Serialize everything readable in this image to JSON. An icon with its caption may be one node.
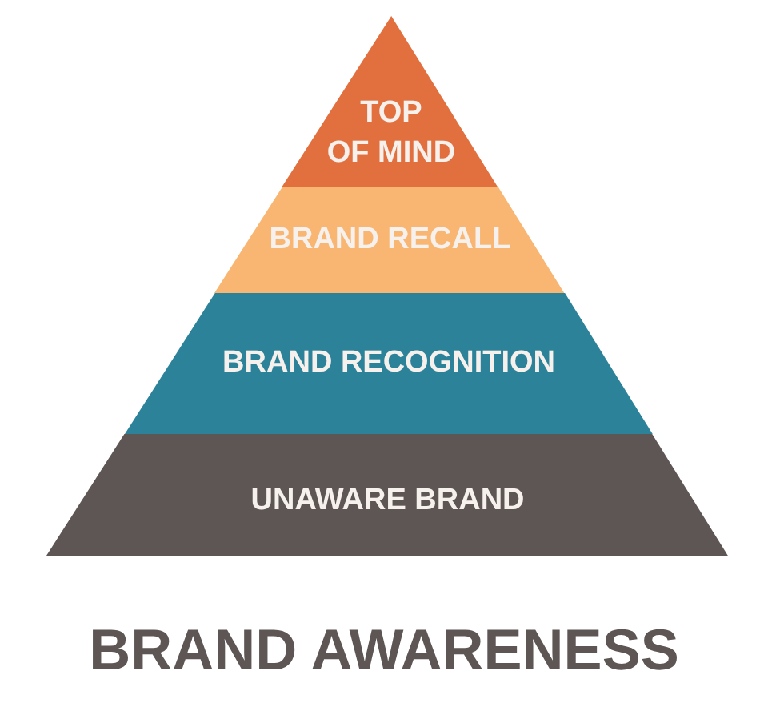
{
  "diagram": {
    "title": "BRAND AWARENESS",
    "nodes": [
      {
        "text": [
          "TOP OF MIND"
        ]
      },
      {
        "text": [
          "BRAND RECALL"
        ]
      },
      {
        "text": [
          "BRAND RECOGNITION"
        ]
      },
      {
        "text": [
          "UNAWARE BRAND"
        ]
      }
    ]
  }
}
